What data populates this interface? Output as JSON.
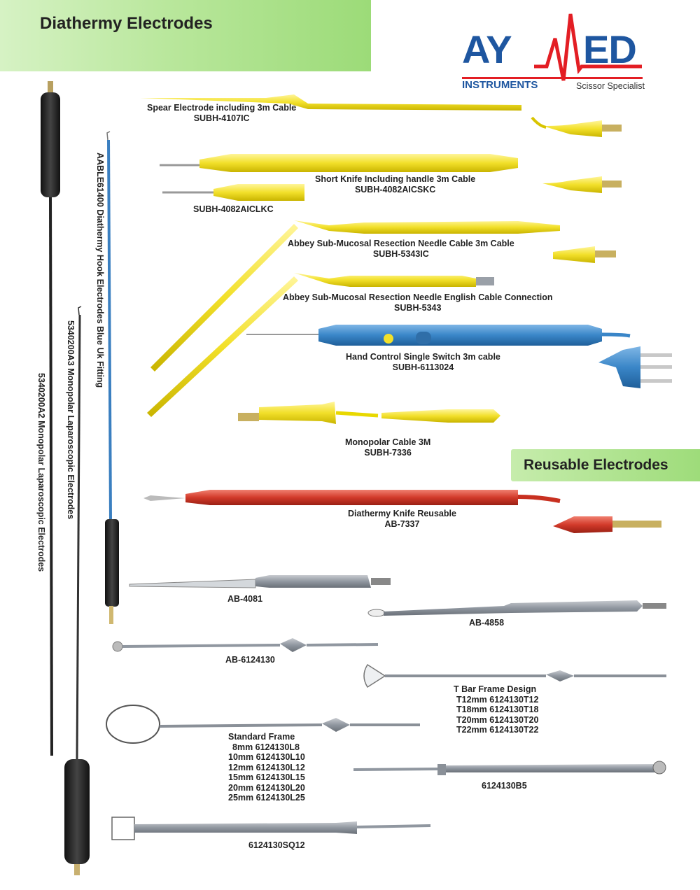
{
  "headings": {
    "diathermy": "Diathermy Electrodes",
    "reusable": "Reusable Electrodes"
  },
  "logo": {
    "left": "AY",
    "right": "ED",
    "instruments": "INSTRUMENTS",
    "tagline": "Scissor Specialist",
    "colors": {
      "blue": "#1e56a0",
      "red": "#e31e24"
    }
  },
  "vertical_labels": {
    "hook": "AABLE61400 Diathermy Hook Electrodes Blue Uk Fitting",
    "lap_a3": "5340200A3  Monopolar Laparoscopic Electrodes",
    "lap_a2": "5340200A2  Monopolar Laparoscopic Electrodes"
  },
  "products": {
    "spear": {
      "name": "Spear Electrode including 3m Cable",
      "code": "SUBH-4107IC"
    },
    "short_knife": {
      "name": "Short Knife Including handle 3m Cable",
      "code": "SUBH-4082AICSKC"
    },
    "short_knife_tip": {
      "code": "SUBH-4082AICLKC"
    },
    "abbey_cable": {
      "name": "Abbey Sub-Mucosal Resection Needle Cable 3m Cable",
      "code": "SUBH-5343IC"
    },
    "abbey_english": {
      "name": "Abbey Sub-Mucosal Resection Needle English Cable Connection",
      "code": "SUBH-5343"
    },
    "hand_control": {
      "name": "Hand Control Single Switch 3m cable",
      "code": "SUBH-6113024"
    },
    "monopolar_cable": {
      "name": "Monopolar Cable 3M",
      "code": "SUBH-7336"
    },
    "knife_reusable": {
      "name": "Diathermy Knife Reusable",
      "code": "AB-7337"
    },
    "ab4081": {
      "code": "AB-4081"
    },
    "ab4858": {
      "code": "AB-4858"
    },
    "ab6124130": {
      "code": "AB-6124130"
    },
    "tbar": {
      "name": "T Bar Frame Design",
      "lines": [
        "T12mm 6124130T12",
        "T18mm 6124130T18",
        "T20mm 6124130T20",
        "T22mm 6124130T22"
      ]
    },
    "standard_frame": {
      "name": "Standard  Frame",
      "lines": [
        "8mm 6124130L8",
        "10mm 6124130L10",
        "12mm 6124130L12",
        "15mm 6124130L15",
        "20mm 6124130L20",
        "25mm 6124130L25"
      ]
    },
    "b5": {
      "code": "6124130B5"
    },
    "sq12": {
      "code": "6124130SQ12"
    }
  }
}
